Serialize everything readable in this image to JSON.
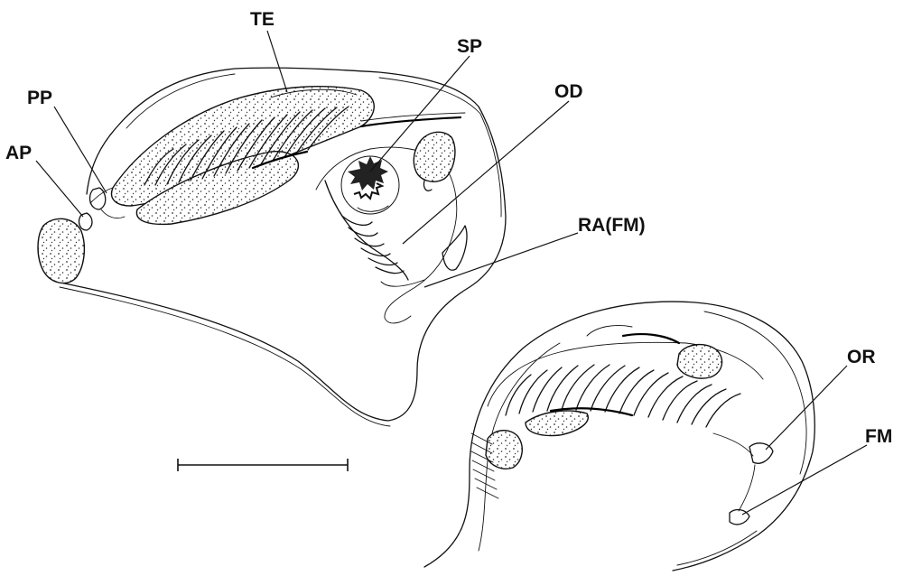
{
  "figure": {
    "labels": {
      "te": "TE",
      "sp": "SP",
      "pp": "PP",
      "od": "OD",
      "ap": "AP",
      "ra_fm": "RA(FM)",
      "or": "OR",
      "fm": "FM"
    }
  },
  "colors": {
    "ink": "#111111",
    "paper": "#ffffff"
  }
}
